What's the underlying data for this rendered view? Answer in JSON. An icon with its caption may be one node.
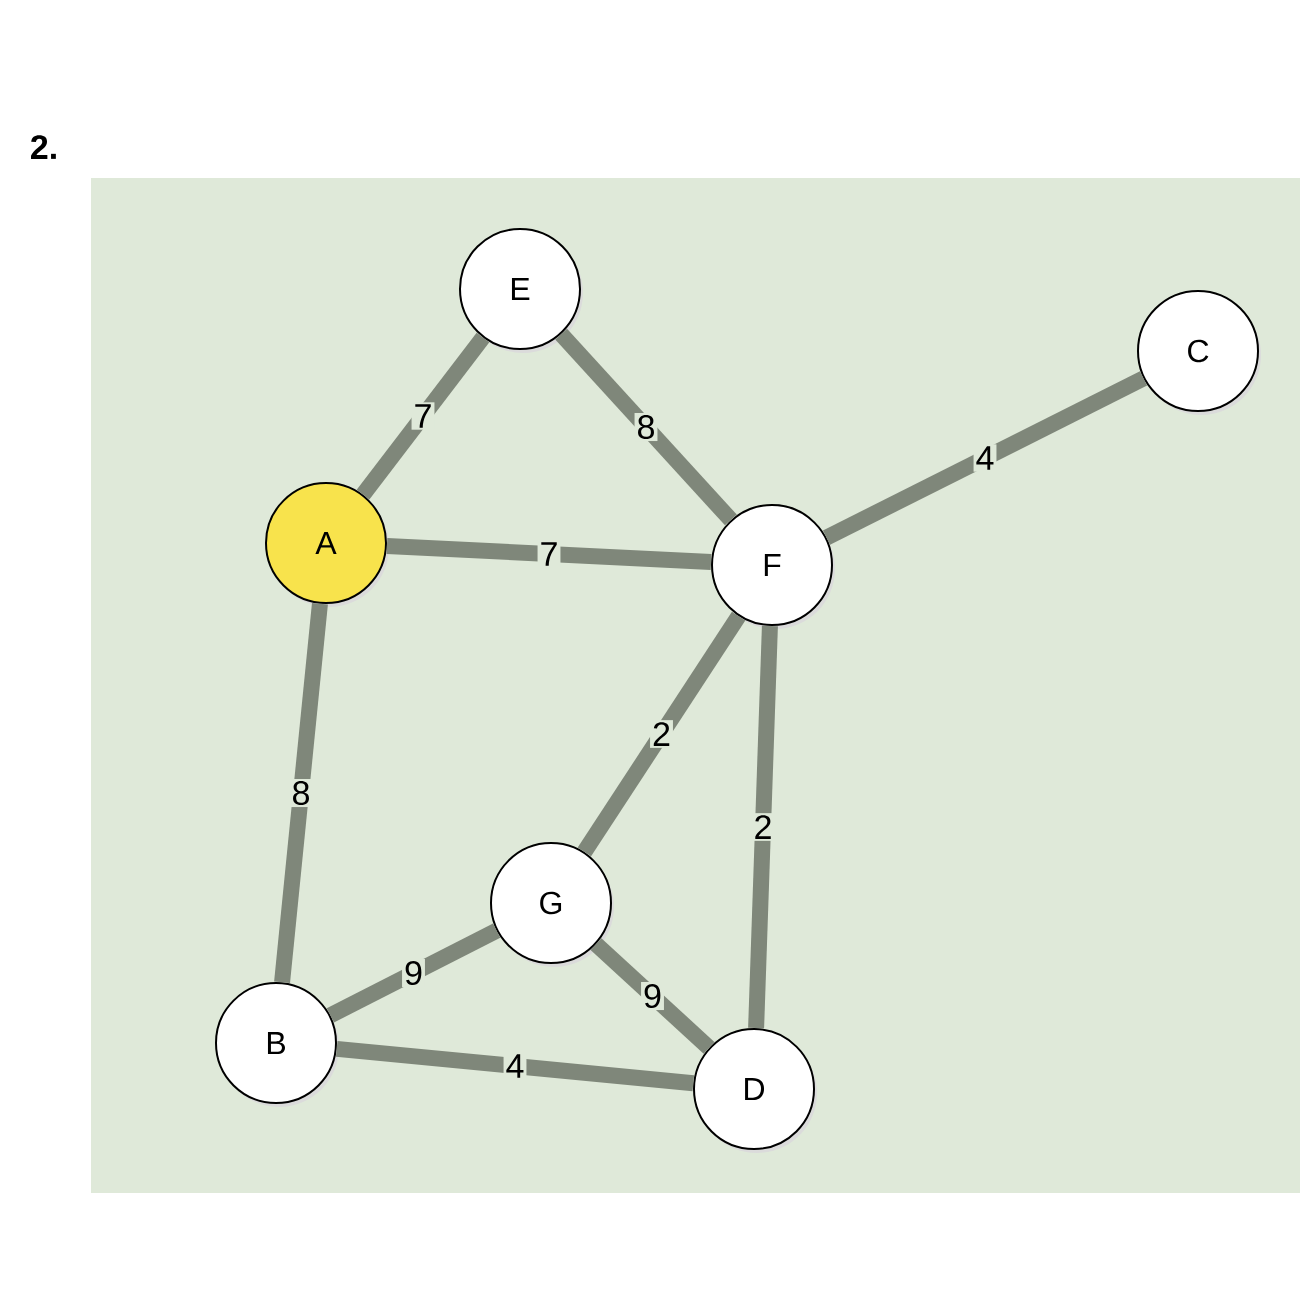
{
  "diagram": {
    "title": "2.",
    "nodes": [
      {
        "text": [
          "E"
        ]
      },
      {
        "text": [
          "C"
        ]
      },
      {
        "text": [
          "A"
        ]
      },
      {
        "text": [
          "F"
        ]
      },
      {
        "text": [
          "G"
        ]
      },
      {
        "text": [
          "B"
        ]
      },
      {
        "text": [
          "D"
        ]
      }
    ],
    "edges": [
      {
        "from": 2,
        "to": 0,
        "arrow": "none",
        "label": "7"
      },
      {
        "from": 0,
        "to": 3,
        "arrow": "none",
        "label": "8"
      },
      {
        "from": 2,
        "to": 3,
        "arrow": "none",
        "label": "7"
      },
      {
        "from": 3,
        "to": 1,
        "arrow": "none",
        "label": "4"
      },
      {
        "from": 2,
        "to": 5,
        "arrow": "none",
        "label": "8"
      },
      {
        "from": 3,
        "to": 4,
        "arrow": "none",
        "label": "2"
      },
      {
        "from": 3,
        "to": 6,
        "arrow": "none",
        "label": "2"
      },
      {
        "from": 4,
        "to": 5,
        "arrow": "none",
        "label": "9"
      },
      {
        "from": 4,
        "to": 6,
        "arrow": "none",
        "label": "9"
      },
      {
        "from": 5,
        "to": 6,
        "arrow": "none",
        "label": "4"
      }
    ]
  }
}
